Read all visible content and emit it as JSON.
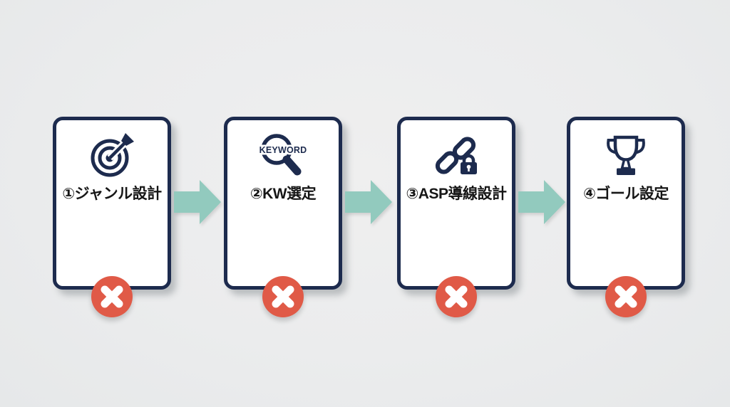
{
  "page": {
    "background_color": "#ebeced",
    "type": "process-flow-diagram"
  },
  "palette": {
    "card_border_navy": "#1d2b4e",
    "card_background": "#ffffff",
    "icon_navy": "#1d2b4e",
    "arrow_teal": "#92cabe",
    "badge_red": "#e05a47",
    "label_text": "#161616"
  },
  "flow": {
    "connector_icon": "right-block-arrow-icon",
    "steps": [
      {
        "id": 1,
        "label": "①ジャンル設計",
        "icon": "target-dart-icon",
        "status_icon": "red-x-icon"
      },
      {
        "id": 2,
        "label": "②KW選定",
        "icon": "keyword-magnifier-icon",
        "icon_text": "KEYWORD",
        "status_icon": "red-x-icon"
      },
      {
        "id": 3,
        "label": "③ASP導線設計",
        "icon": "chain-link-lock-icon",
        "status_icon": "red-x-icon"
      },
      {
        "id": 4,
        "label": "④ゴール設定",
        "icon": "trophy-icon",
        "status_icon": "red-x-icon"
      }
    ]
  }
}
